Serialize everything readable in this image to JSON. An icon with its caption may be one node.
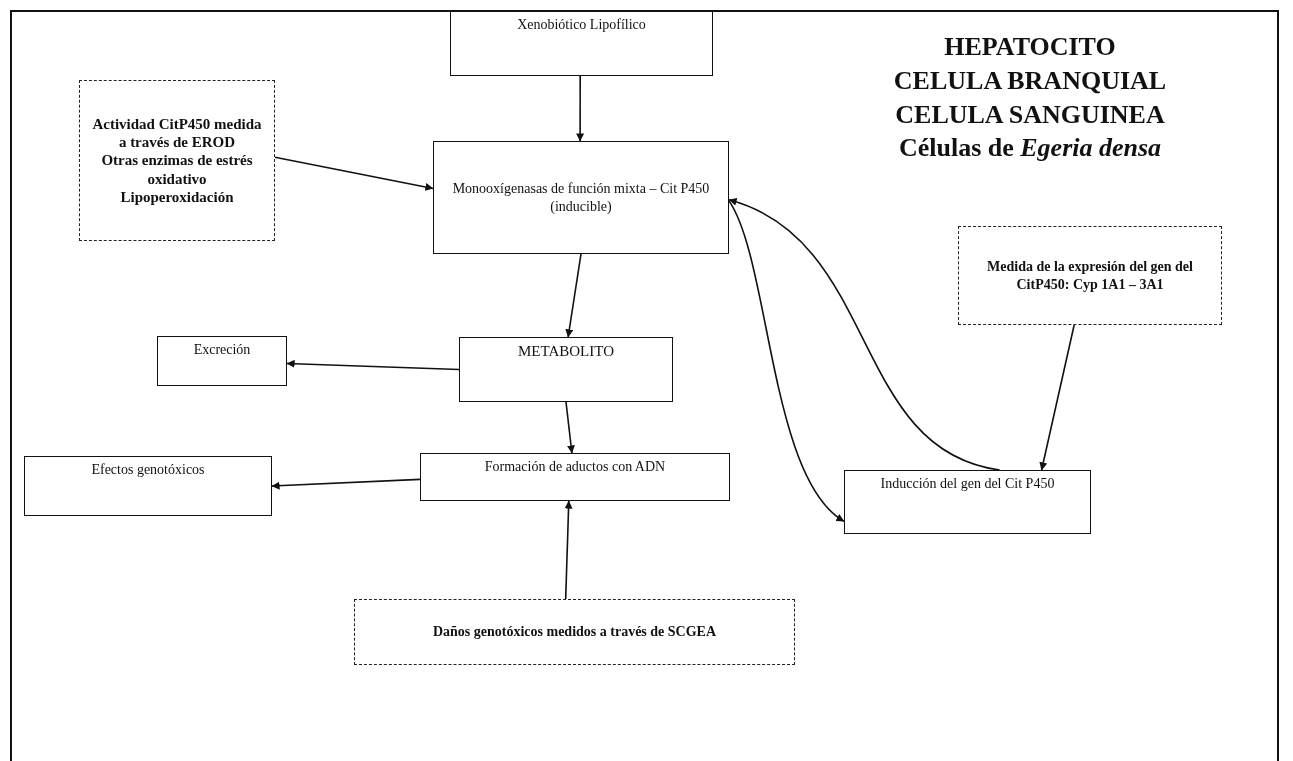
{
  "diagram": {
    "nodes": [
      {
        "text": [
          "Xenobiótico Lipofílico"
        ]
      },
      {
        "text": [
          "Actividad CitP450 medida a través de EROD",
          "Otras enzimas de estrés oxidativo",
          "Lipoperoxidación"
        ]
      },
      {
        "text": [
          "Monooxígenasas de función mixta – Cit P450 (inducible)"
        ]
      },
      {
        "text": [
          "Excreción"
        ]
      },
      {
        "text": [
          "METABOLITO"
        ]
      },
      {
        "text": [
          "Formación de aductos con ADN"
        ]
      },
      {
        "text": [
          "Efectos genotóxicos"
        ]
      },
      {
        "text": [
          "Inducción del gen del Cit P450"
        ]
      },
      {
        "text": [
          "Medida de la expresión del gen del CitP450: Cyp 1A1 – 3A1"
        ]
      },
      {
        "text": [
          "Daños genotóxicos medidos a través de SCGEA"
        ]
      }
    ],
    "edges": [
      {
        "from": 0,
        "to": 2,
        "arrow": "to"
      },
      {
        "from": 1,
        "to": 2,
        "arrow": "to"
      },
      {
        "from": 2,
        "to": 4,
        "arrow": "to"
      },
      {
        "from": 4,
        "to": 3,
        "arrow": "to"
      },
      {
        "from": 4,
        "to": 5,
        "arrow": "to"
      },
      {
        "from": 5,
        "to": 6,
        "arrow": "to"
      },
      {
        "from": 9,
        "to": 5,
        "arrow": "to"
      },
      {
        "from": 8,
        "to": 7,
        "arrow": "to"
      },
      {
        "from": 2,
        "to": 7,
        "arrow": "to"
      },
      {
        "from": 7,
        "to": 2,
        "arrow": "to"
      }
    ],
    "labels": [
      "HEPATOCITO",
      "CELULA BRANQUIAL",
      "CELULA SANGUINEA",
      "Células de *Egeria densa*"
    ]
  }
}
